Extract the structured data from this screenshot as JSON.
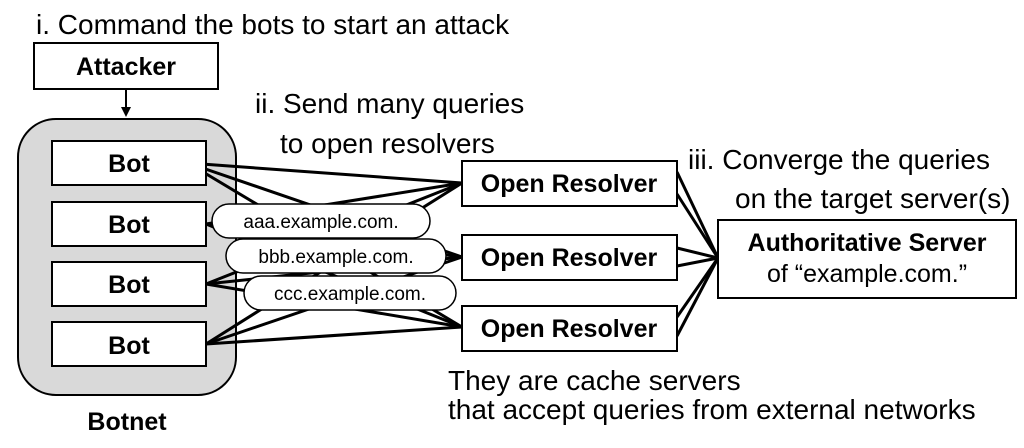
{
  "steps": {
    "step1": "i.  Command the bots to start an attack",
    "step2_line1": "ii. Send many queries",
    "step2_line2": "to open resolvers",
    "step3_line1": "iii.  Converge the queries",
    "step3_line2": "on the target server(s)"
  },
  "attacker": {
    "label": "Attacker"
  },
  "botnet": {
    "label": "Botnet",
    "bots": [
      "Bot",
      "Bot",
      "Bot",
      "Bot"
    ]
  },
  "queries": [
    "aaa.example.com.",
    "bbb.example.com.",
    "ccc.example.com."
  ],
  "resolvers": [
    "Open Resolver",
    "Open Resolver",
    "Open Resolver"
  ],
  "authoritative": {
    "line1": "Authoritative Server",
    "line2": "of “example.com.”"
  },
  "resolver_note": {
    "line1": "They are cache servers",
    "line2": "that accept queries from external networks"
  },
  "colors": {
    "botnet_fill": "#d9d9d9",
    "stroke": "#000000",
    "background": "#ffffff"
  }
}
